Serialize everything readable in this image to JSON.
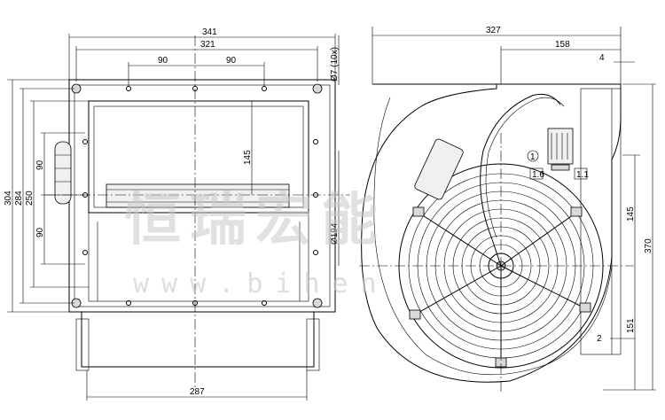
{
  "drawing": {
    "front_view": {
      "dims_horizontal": [
        "341",
        "321",
        "90",
        "90",
        "287"
      ],
      "dims_vertical": [
        "304",
        "284",
        "250",
        "90",
        "90",
        "145",
        "Ø194",
        "Ø7 (10x)"
      ]
    },
    "side_view": {
      "dims_horizontal": [
        "327",
        "158",
        "4",
        "2"
      ],
      "dims_vertical": [
        "145",
        "370",
        "151"
      ],
      "connector_labels": [
        "1",
        "1.6",
        "1.1"
      ]
    }
  },
  "watermark": {
    "chinese": "恒瑞宏能",
    "url": "www.bihen"
  }
}
